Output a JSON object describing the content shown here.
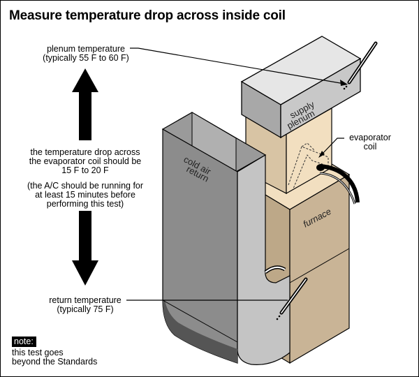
{
  "title": "Measure temperature drop across inside coil",
  "labels": {
    "plenum_temperature": {
      "line1": "plenum temperature",
      "line2": "(typically 55 F to 60 F)"
    },
    "temperature_drop": {
      "line1": "the temperature drop across",
      "line2": "the evaporator coil should be",
      "line3": "15 F to 20 F"
    },
    "running_note": {
      "line1": "(the A/C should be running for",
      "line2": "at least 15 minutes before",
      "line3": "performing this test)"
    },
    "return_temperature": {
      "line1": "return temperature",
      "line2": "(typically 75 F)"
    },
    "evaporator_coil": {
      "line1": "evaporator",
      "line2": "coil"
    }
  },
  "components": {
    "supply_plenum": {
      "line1": "supply",
      "line2": "plenum"
    },
    "cold_air_return": {
      "line1": "cold air",
      "line2": "return"
    },
    "furnace": "furnace"
  },
  "note": {
    "badge": "note:",
    "line1": "this test goes",
    "line2": "beyond the Standards"
  },
  "colors": {
    "plenum_top": "#e6e6e6",
    "plenum_front": "#c8c8c8",
    "plenum_side": "#a8a8a8",
    "return_front": "#8c8c8c",
    "return_side": "#c4c4c4",
    "coil_box_front": "#f2dfc0",
    "coil_box_side": "#d8c4a4",
    "furnace_front": "#c9b496",
    "furnace_side": "#bda888",
    "arrow": "#000000"
  }
}
